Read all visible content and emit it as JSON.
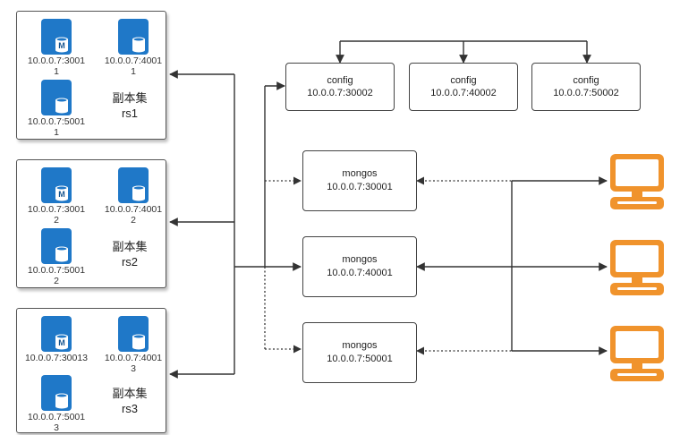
{
  "replica_sets": [
    {
      "label_line1": "副本集",
      "label_line2": "rs1",
      "nodes": [
        {
          "type": "M",
          "label": "10.0.0.7:3001\n1"
        },
        {
          "type": "S",
          "label": "10.0.0.7:4001\n1"
        },
        {
          "type": "S",
          "label": "10.0.0.7:5001\n1"
        }
      ]
    },
    {
      "label_line1": "副本集",
      "label_line2": "rs2",
      "nodes": [
        {
          "type": "M",
          "label": "10.0.0.7:3001\n2"
        },
        {
          "type": "S",
          "label": "10.0.0.7:4001\n2"
        },
        {
          "type": "S",
          "label": "10.0.0.7:5001\n2"
        }
      ]
    },
    {
      "label_line1": "副本集",
      "label_line2": "rs3",
      "nodes": [
        {
          "type": "M",
          "label": "10.0.0.7:30013"
        },
        {
          "type": "S",
          "label": "10.0.0.7:4001\n3"
        },
        {
          "type": "S",
          "label": "10.0.0.7:5001\n3"
        }
      ]
    }
  ],
  "config_servers": [
    {
      "title": "config",
      "address": "10.0.0.7:30002"
    },
    {
      "title": "config",
      "address": "10.0.0.7:40002"
    },
    {
      "title": "config",
      "address": "10.0.0.7:50002"
    }
  ],
  "mongos_routers": [
    {
      "title": "mongos",
      "address": "10.0.0.7:30001"
    },
    {
      "title": "mongos",
      "address": "10.0.0.7:40001"
    },
    {
      "title": "mongos",
      "address": "10.0.0.7:50001"
    }
  ],
  "db_icon_letter": "M",
  "colors": {
    "db_blue": "#1f78c8",
    "db_blue_dark": "#15548f",
    "client_orange": "#f0932c",
    "line": "#333333"
  },
  "icons": {
    "database": "database-cylinder-icon",
    "client": "computer-terminal-icon"
  }
}
